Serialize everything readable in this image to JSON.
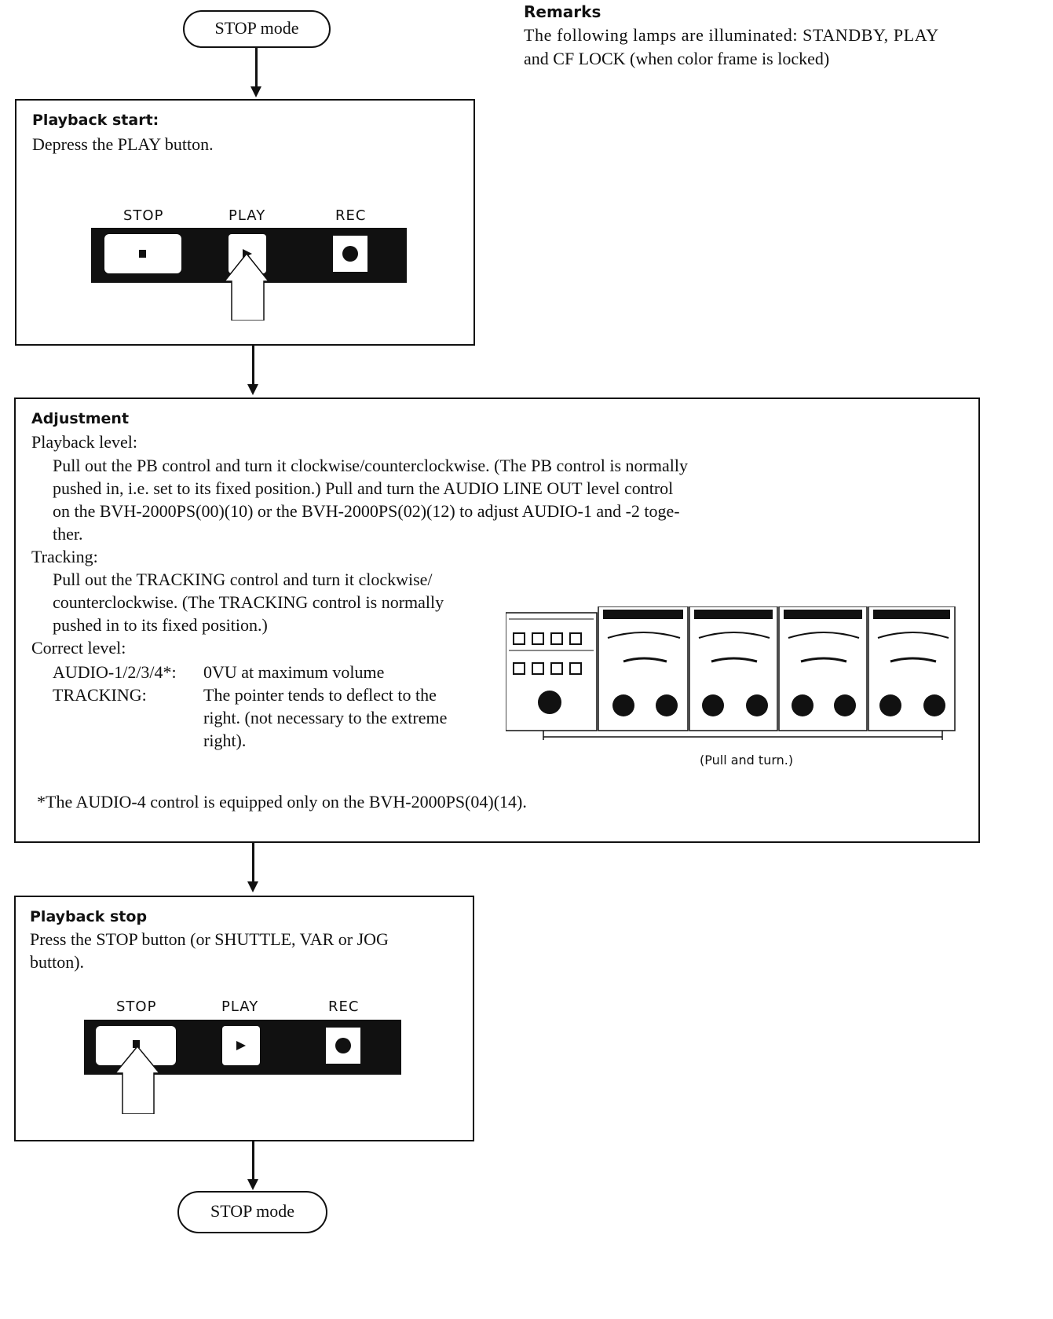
{
  "flow": {
    "start": "STOP mode",
    "end": "STOP mode"
  },
  "remarks": {
    "title": "Remarks",
    "lines": [
      "The following lamps are illuminated: STANDBY, PLAY",
      "and CF LOCK (when color frame is locked)"
    ]
  },
  "playback_start": {
    "title": "Playback start:",
    "text": "Depress the PLAY button.",
    "buttons": {
      "stop": "STOP",
      "play": "PLAY",
      "rec": "REC"
    }
  },
  "adjustment": {
    "title": "Adjustment",
    "playback_level_label": "Playback level:",
    "playback_level_lines": [
      "Pull out the PB control and turn it clockwise/counterclockwise. (The PB control is normally",
      "pushed in, i.e. set to its fixed position.) Pull and turn the AUDIO LINE OUT level control",
      "on the BVH-2000PS(00)(10) or the BVH-2000PS(02)(12) to adjust AUDIO-1 and -2 toge-",
      "ther."
    ],
    "tracking_label": "Tracking:",
    "tracking_lines": [
      "Pull out the TRACKING control and turn it clockwise/",
      "counterclockwise. (The TRACKING control is normally",
      "pushed in to its fixed position.)"
    ],
    "correct_level_label": "Correct level:",
    "audio_key": "AUDIO-1/2/3/4*:",
    "audio_value": "0VU at maximum volume",
    "tracking_key": "TRACKING:",
    "tracking_value_lines": [
      "The pointer tends to deflect to the",
      "right. (not necessary to the extreme",
      "right)."
    ],
    "panel_caption": "(Pull and turn.)",
    "footnote": "*The AUDIO-4 control is equipped only on the BVH-2000PS(04)(14)."
  },
  "playback_stop": {
    "title": "Playback stop",
    "lines": [
      "Press the STOP button (or SHUTTLE, VAR or JOG",
      "button)."
    ],
    "buttons": {
      "stop": "STOP",
      "play": "PLAY",
      "rec": "REC"
    }
  }
}
